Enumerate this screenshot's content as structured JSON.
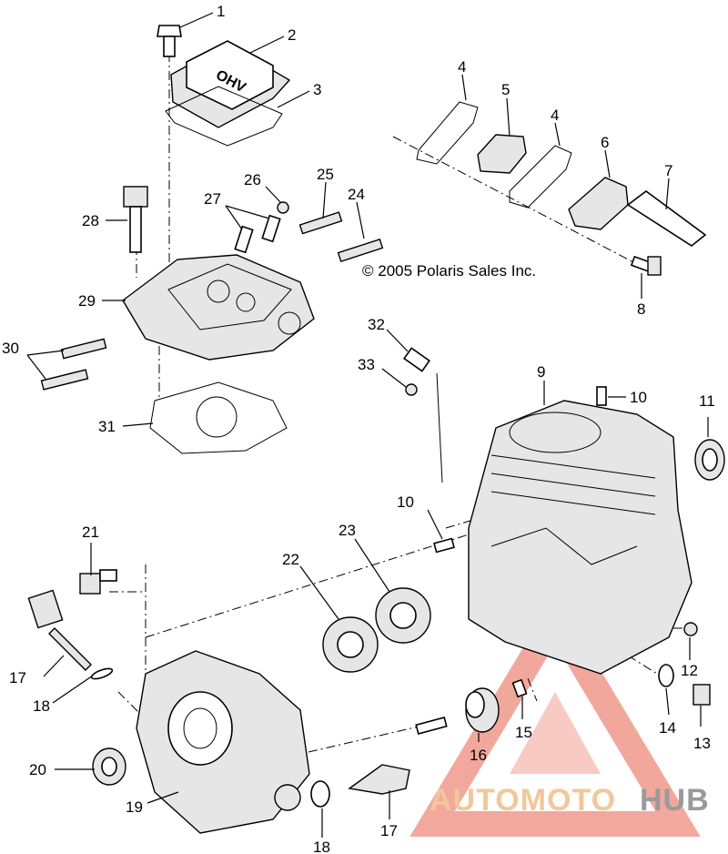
{
  "copyright": "© 2005 Polaris Sales Inc.",
  "cover_lettering": "OHV",
  "watermark": {
    "part1": "AUTOMOTO",
    "part2": "HUB",
    "accent": "#e8604c",
    "text_light": "#f2c79a",
    "text_gray": "#9a9a9a"
  },
  "callouts": [
    {
      "id": "c1",
      "label": "1"
    },
    {
      "id": "c2",
      "label": "2"
    },
    {
      "id": "c3",
      "label": "3"
    },
    {
      "id": "c4a",
      "label": "4"
    },
    {
      "id": "c5",
      "label": "5"
    },
    {
      "id": "c4b",
      "label": "4"
    },
    {
      "id": "c6",
      "label": "6"
    },
    {
      "id": "c7",
      "label": "7"
    },
    {
      "id": "c8",
      "label": "8"
    },
    {
      "id": "c9",
      "label": "9"
    },
    {
      "id": "c10a",
      "label": "10"
    },
    {
      "id": "c10b",
      "label": "10"
    },
    {
      "id": "c11",
      "label": "11"
    },
    {
      "id": "c12",
      "label": "12"
    },
    {
      "id": "c13",
      "label": "13"
    },
    {
      "id": "c14",
      "label": "14"
    },
    {
      "id": "c15",
      "label": "15"
    },
    {
      "id": "c16",
      "label": "16"
    },
    {
      "id": "c17a",
      "label": "17"
    },
    {
      "id": "c17b",
      "label": "17"
    },
    {
      "id": "c18a",
      "label": "18"
    },
    {
      "id": "c18b",
      "label": "18"
    },
    {
      "id": "c19",
      "label": "19"
    },
    {
      "id": "c20",
      "label": "20"
    },
    {
      "id": "c21",
      "label": "21"
    },
    {
      "id": "c22",
      "label": "22"
    },
    {
      "id": "c23",
      "label": "23"
    },
    {
      "id": "c24",
      "label": "24"
    },
    {
      "id": "c25",
      "label": "25"
    },
    {
      "id": "c26",
      "label": "26"
    },
    {
      "id": "c27",
      "label": "27"
    },
    {
      "id": "c28",
      "label": "28"
    },
    {
      "id": "c29",
      "label": "29"
    },
    {
      "id": "c30",
      "label": "30"
    },
    {
      "id": "c31",
      "label": "31"
    },
    {
      "id": "c32",
      "label": "32"
    },
    {
      "id": "c33",
      "label": "33"
    }
  ]
}
